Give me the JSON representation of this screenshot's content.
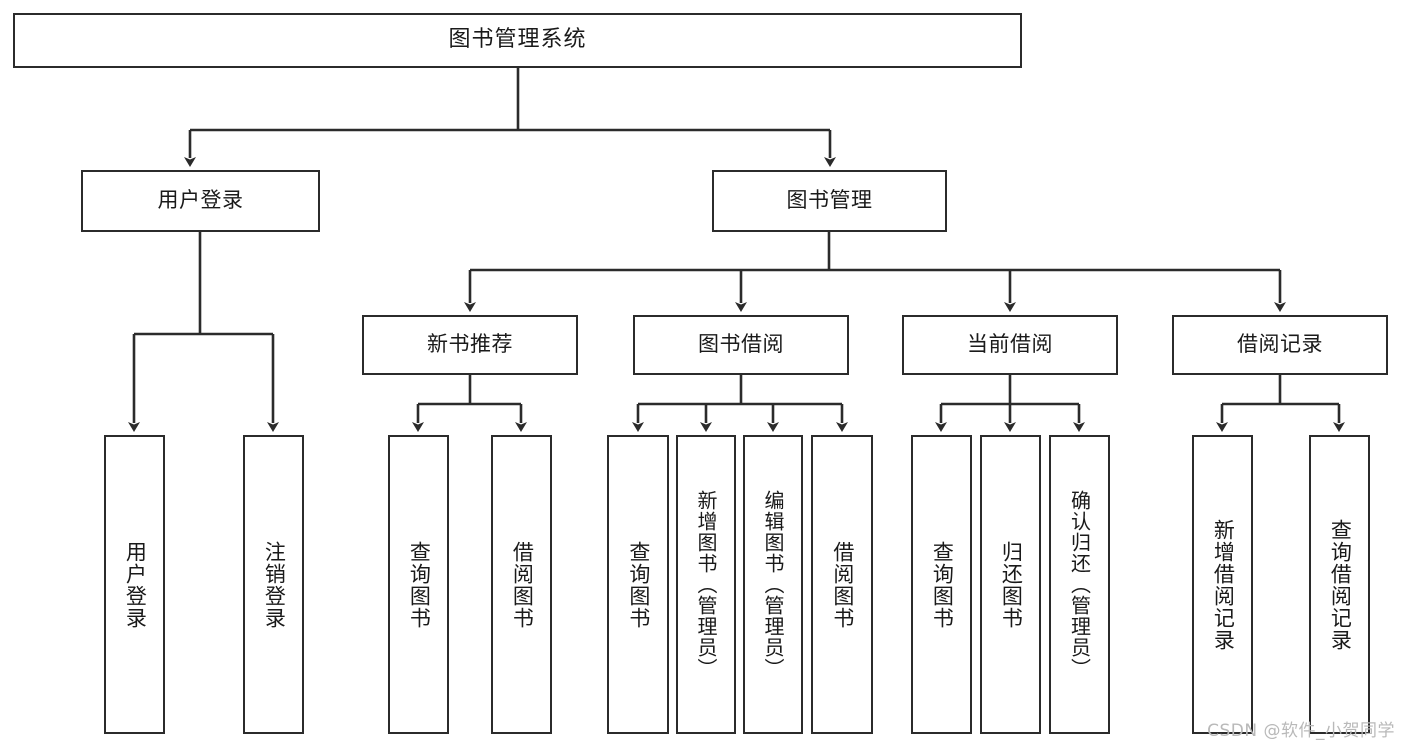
{
  "diagram": {
    "title": "图书管理系统",
    "type": "hierarchy-tree",
    "watermark": "CSDN @软件_小贺同学",
    "colors": {
      "stroke": "#2b2b2b",
      "fill": "#ffffff",
      "text": "#1a1a1a",
      "watermark": "#b9b9b9"
    },
    "levels": {
      "root": {
        "label": "图书管理系统"
      },
      "level1": [
        {
          "label": "用户登录"
        },
        {
          "label": "图书管理"
        }
      ],
      "level2": [
        {
          "label": "新书推荐"
        },
        {
          "label": "图书借阅"
        },
        {
          "label": "当前借阅"
        },
        {
          "label": "借阅记录"
        }
      ]
    },
    "nodes": {
      "root": "图书管理系统",
      "user_login": "用户登录",
      "book_manage": "图书管理",
      "new_book_rec": "新书推荐",
      "book_borrow": "图书借阅",
      "current_borrow": "当前借阅",
      "borrow_record": "借阅记录",
      "leaf_user_login": "用户登录",
      "leaf_logout": "注销登录",
      "leaf_query_book_a": "查询图书",
      "leaf_borrow_book_a": "借阅图书",
      "leaf_query_book_b": "查询图书",
      "leaf_add_book": "新增图书（管理员）",
      "leaf_edit_book": "编辑图书（管理员）",
      "leaf_borrow_book_b": "借阅图书",
      "leaf_query_book_c": "查询图书",
      "leaf_return_book": "归还图书",
      "leaf_confirm_return": "确认归还（管理员）",
      "leaf_add_record": "新增借阅记录",
      "leaf_query_record": "查询借阅记录"
    }
  }
}
